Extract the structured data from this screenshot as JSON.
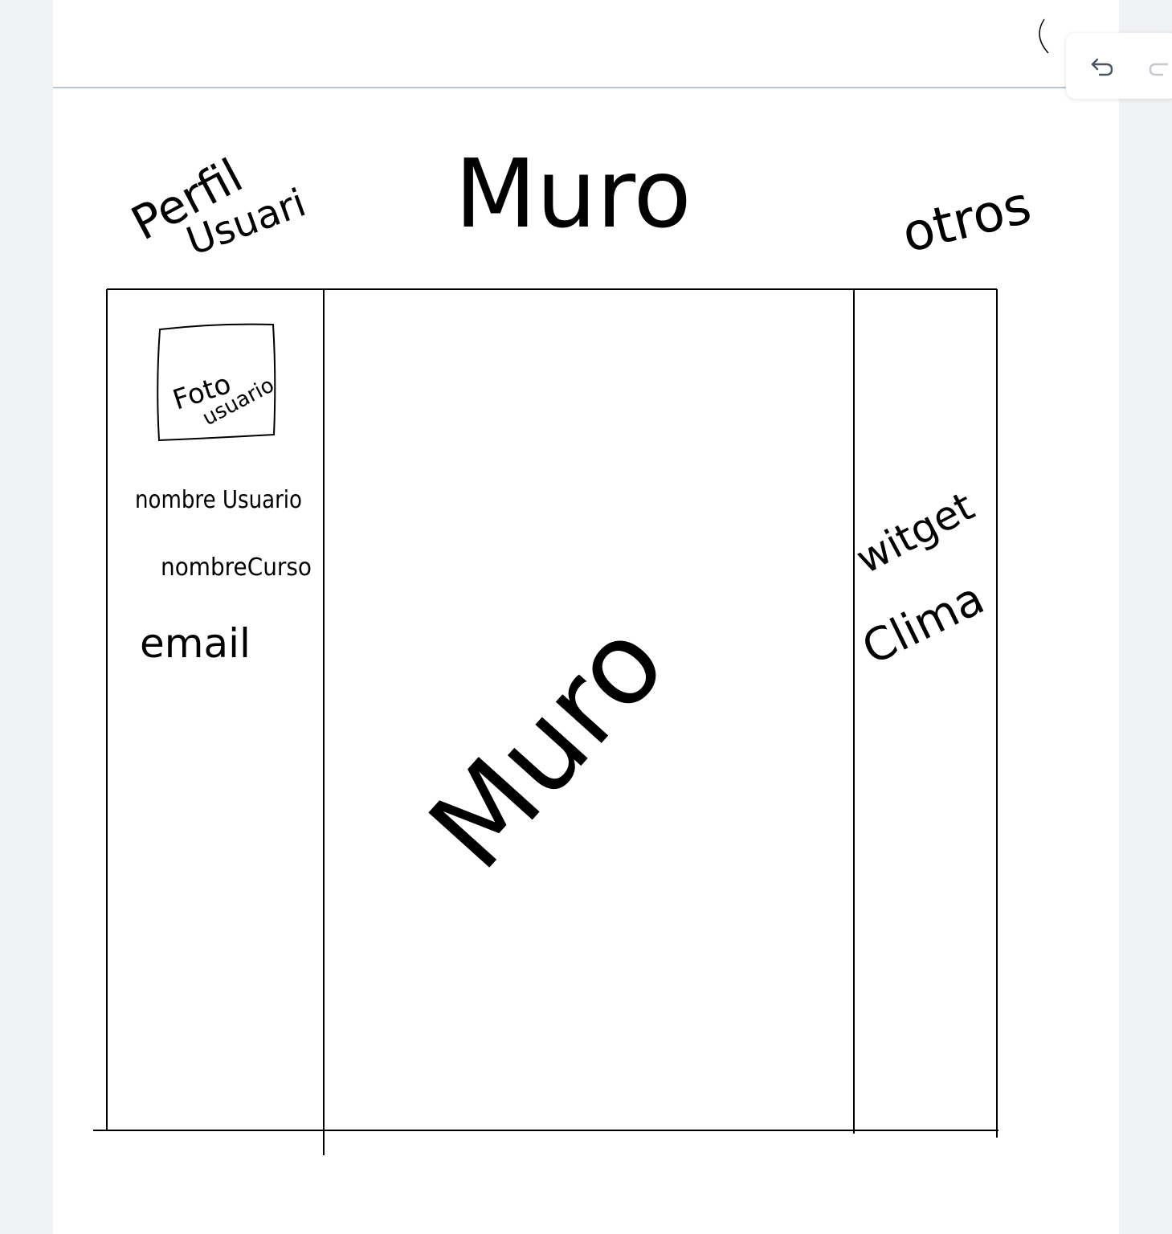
{
  "toolbar": {
    "undo_icon": "undo-icon",
    "redo_icon": "redo-icon"
  },
  "sketch": {
    "headings": {
      "perfil_line1": "Perfil",
      "perfil_line2": "Usuari",
      "muro": "Muro",
      "otros": "otros"
    },
    "profile_column": {
      "photo_line1": "Foto",
      "photo_line2": "usuario",
      "nombre_usuario": "nombre Usuario",
      "nombre_curso": "nombreCurso",
      "email": "email"
    },
    "wall_column": {
      "label": "Muro"
    },
    "others_column": {
      "widget_line1": "witget",
      "widget_line2": "Clima"
    }
  },
  "colors": {
    "ink": "#000000",
    "page": "#ffffff",
    "background": "#f1f2f4",
    "header_rule": "#b9c6d3",
    "toolbar_icon": "#4a5563"
  }
}
